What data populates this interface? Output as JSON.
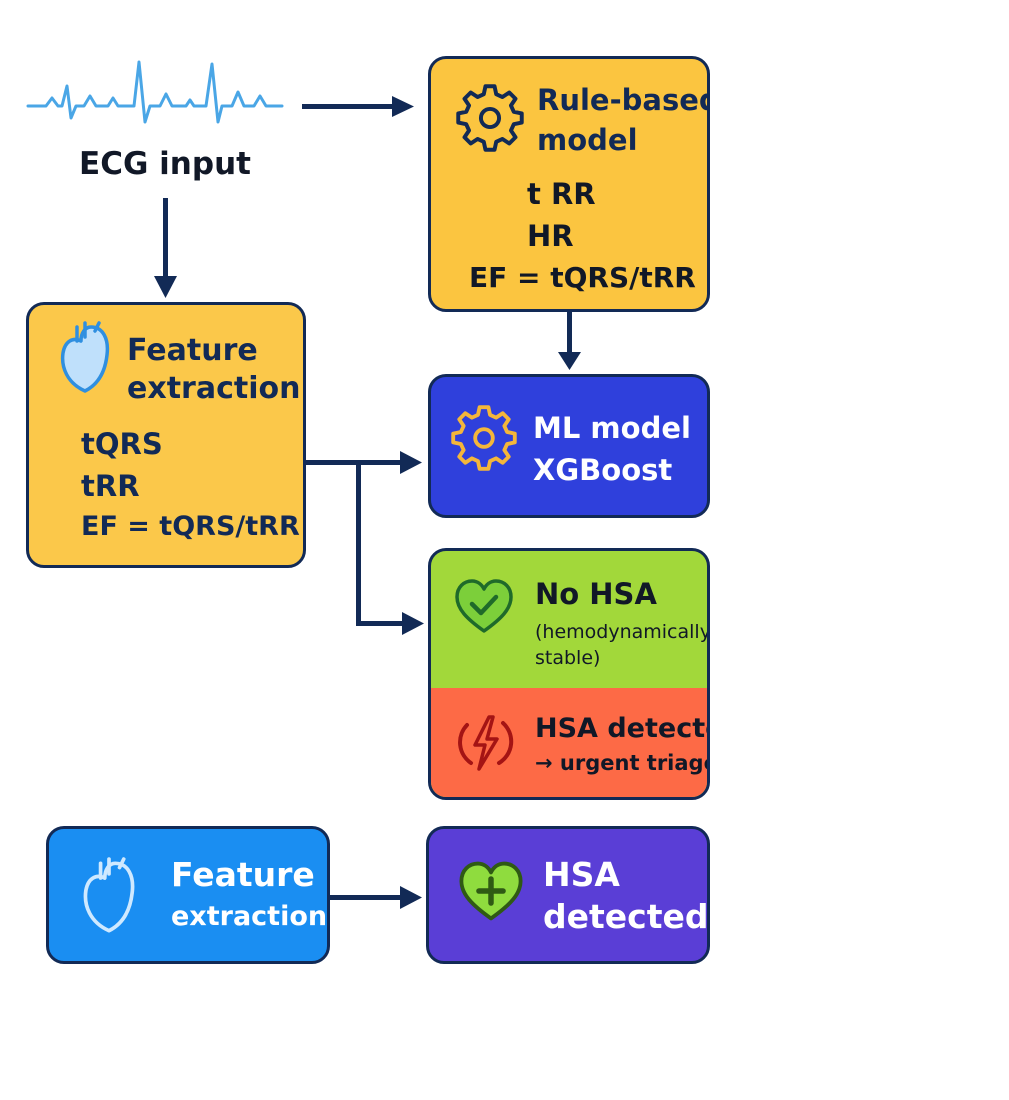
{
  "ecg": {
    "label": "ECG input"
  },
  "rule_model": {
    "title_line1": "Rule-based",
    "title_line2": "model",
    "items": [
      "t RR",
      "HR",
      "EF = tQRS/tRR"
    ]
  },
  "feature_extraction": {
    "title_line1": "Feature",
    "title_line2": "extraction",
    "items": [
      "tQRS",
      "tRR",
      "EF = tQRS/tRR"
    ]
  },
  "ml_model": {
    "line1": "ML model",
    "line2": "XGBoost"
  },
  "outcome": {
    "no_hsa_title": "No HSA",
    "no_hsa_line2": "(hemodynamically)",
    "no_hsa_line3": "stable)",
    "hsa_title": "HSA detected",
    "hsa_line2": "→ urgent triage"
  },
  "bottom": {
    "feature_line1": "Feature",
    "feature_line2": "extraction",
    "hsa_line1": "HSA",
    "hsa_line2": "detected"
  },
  "colors": {
    "navy": "#122a56",
    "ecg_line": "#4aa6e6",
    "rule_box": "#fbc540",
    "feature_box": "#fbc84a",
    "ml_box": "#2f40dc",
    "no_hsa_box": "#a2d83a",
    "hsa_box": "#fd6a46",
    "bottom_feature_box": "#1a8ef2",
    "bottom_hsa_box": "#5a3ed6"
  },
  "icons": [
    "gear-icon",
    "heart-icon",
    "heart-check-icon",
    "lightning-icon",
    "heart-plus-icon"
  ]
}
